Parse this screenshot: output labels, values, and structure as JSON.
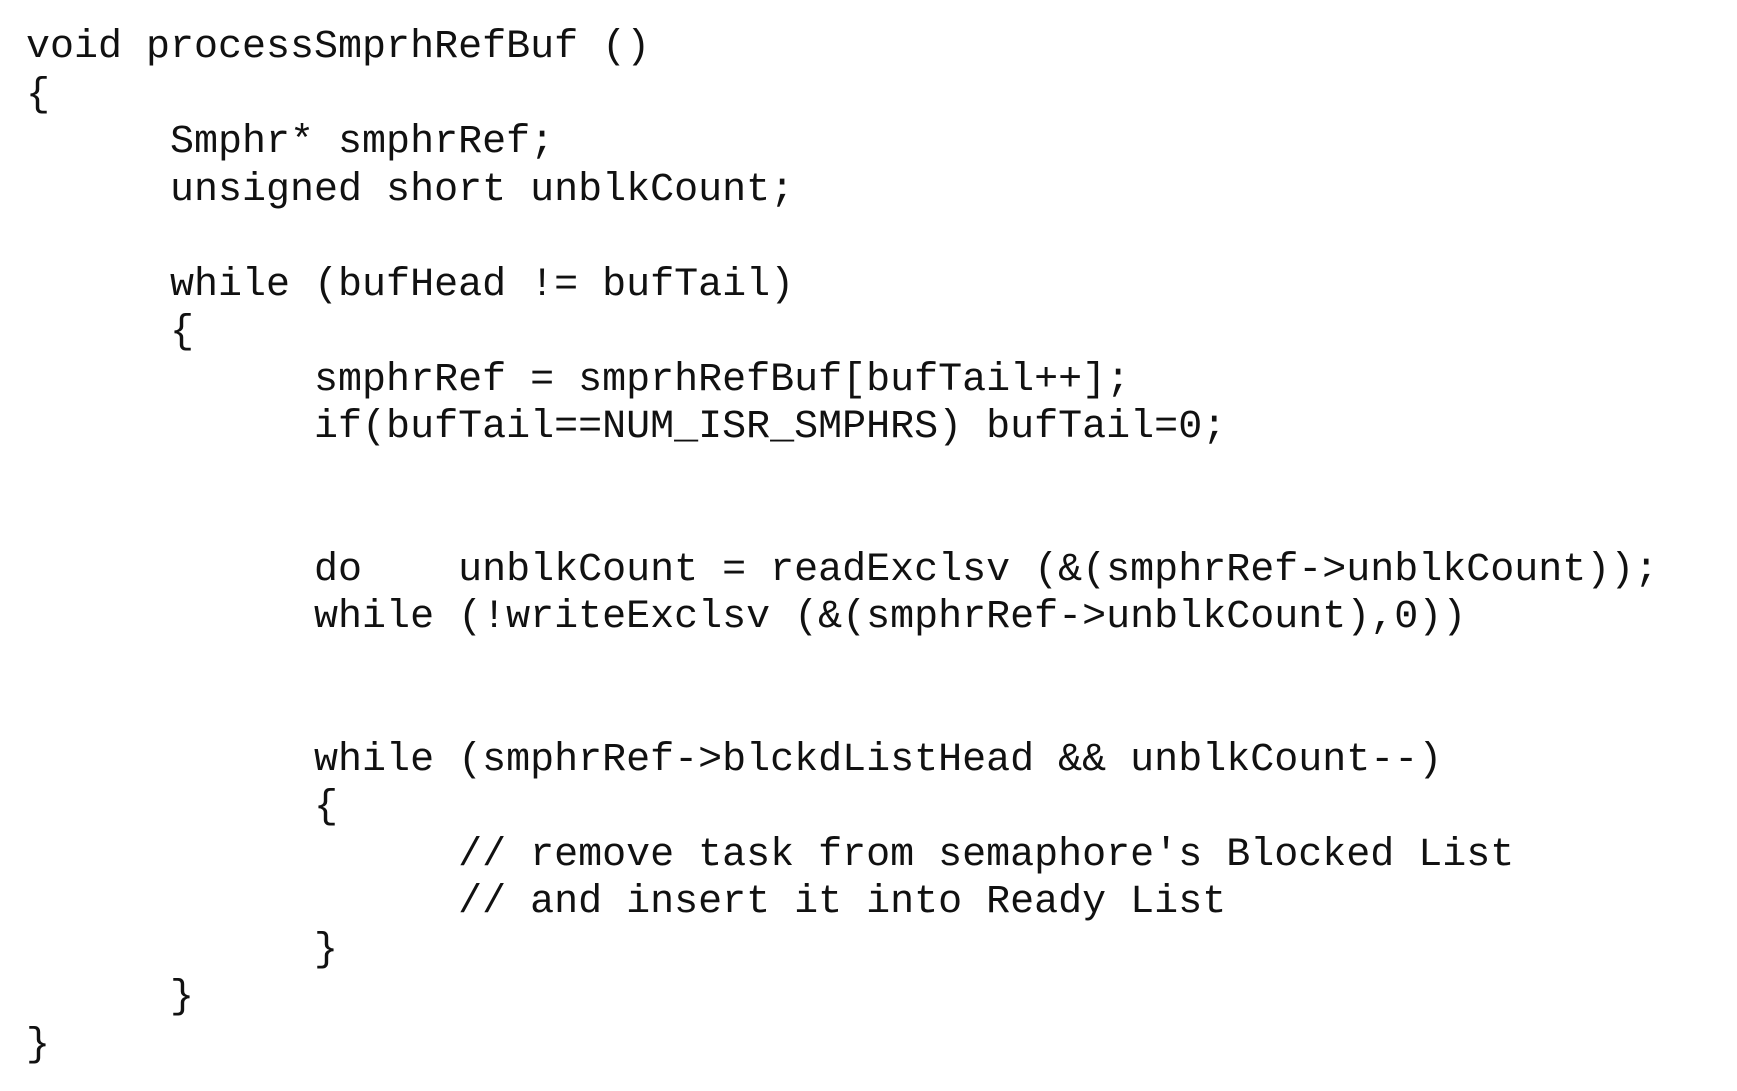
{
  "code_lines": [
    "void processSmprhRefBuf ()",
    "{",
    "\tSmphr* smphrRef;",
    "\tunsigned short unblkCount;",
    "",
    "\twhile (bufHead != bufTail)",
    "\t{",
    "\t\tsmphrRef = smprhRefBuf[bufTail++];",
    "\t\tif(bufTail==NUM_ISR_SMPHRS) bufTail=0;",
    "",
    "",
    "\t\tdo\tunblkCount = readExclsv (&(smphrRef->unblkCount));",
    "\t\twhile (!writeExclsv (&(smphrRef->unblkCount),0))",
    "",
    "",
    "\t\twhile (smphrRef->blckdListHead && unblkCount--)",
    "\t\t{",
    "\t\t\t// remove task from semaphore's Blocked List",
    "\t\t\t// and insert it into Ready List",
    "\t\t}",
    "\t}",
    "}"
  ]
}
